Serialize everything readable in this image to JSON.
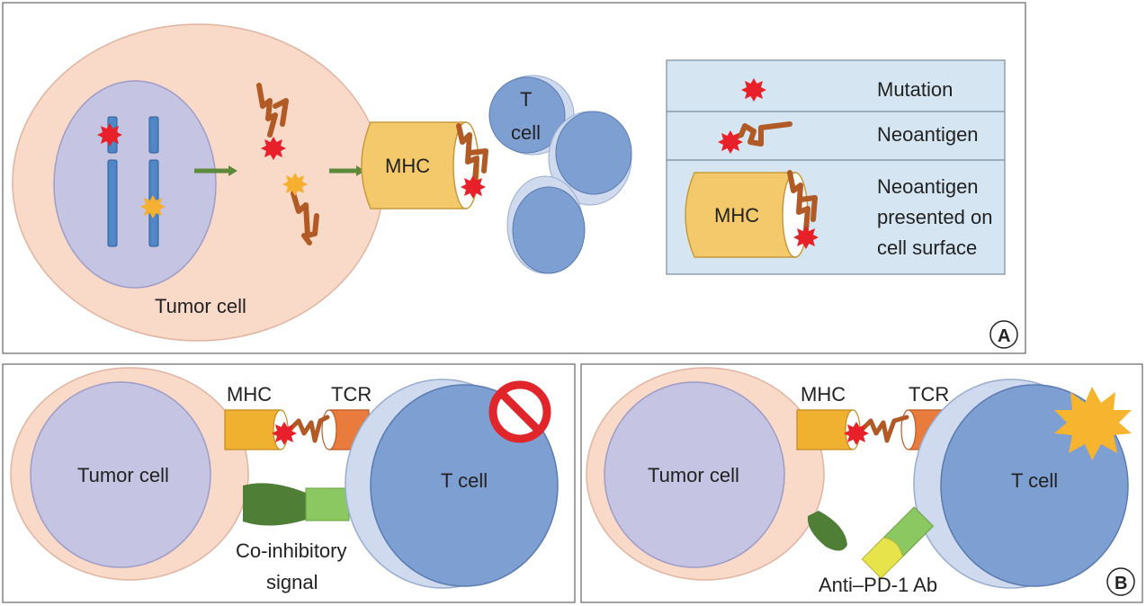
{
  "panel_a": {
    "letter": "A",
    "tumor_cell_label": "Tumor cell",
    "mhc_label": "MHC",
    "t_cell_label_line1": "T",
    "t_cell_label_line2": "cell",
    "legend": {
      "mutation": "Mutation",
      "neoantigen": "Neoantigen",
      "mhc_label": "MHC",
      "presented_line1": "Neoantigen",
      "presented_line2": "presented on",
      "presented_line3": "cell surface"
    }
  },
  "panel_b_left": {
    "mhc_label": "MHC",
    "tcr_label": "TCR",
    "tumor_cell_label": "Tumor cell",
    "t_cell_label": "T cell",
    "signal_line1": "Co-inhibitory",
    "signal_line2": "signal"
  },
  "panel_b_right": {
    "letter": "B",
    "mhc_label": "MHC",
    "tcr_label": "TCR",
    "tumor_cell_label": "Tumor cell",
    "t_cell_label": "T cell",
    "antibody_label": "Anti–PD-1 Ab"
  },
  "colors": {
    "tumor_outer": "#f9d9c8",
    "nucleus": "#c5c4e2",
    "chromosome": "#4f86c6",
    "mhc_yellow": "#f3c96b",
    "mhc_orange": "#f0b030",
    "tcr_orange": "#e97c3c",
    "t_cell_blue": "#7e9fd2",
    "t_cell_rim": "#cfdaee",
    "legend_bg": "#d5e6f2",
    "mutation_red": "#e8202a",
    "mutation_yellow": "#f5b031",
    "neoantigen_brown": "#b15a25",
    "arrow_green": "#5a8a3a",
    "pd1_light_green": "#8cc862",
    "pdl1_dark_green": "#4f7e37",
    "antibody_yellow": "#e6e34b",
    "stop_red": "#e0252b",
    "burst_orange": "#f6b42f"
  },
  "icons": [
    "mutation-star-icon",
    "neoantigen-chain-icon",
    "mhc-cylinder-icon",
    "no-entry-icon",
    "activation-burst-icon",
    "arrow-icon"
  ]
}
